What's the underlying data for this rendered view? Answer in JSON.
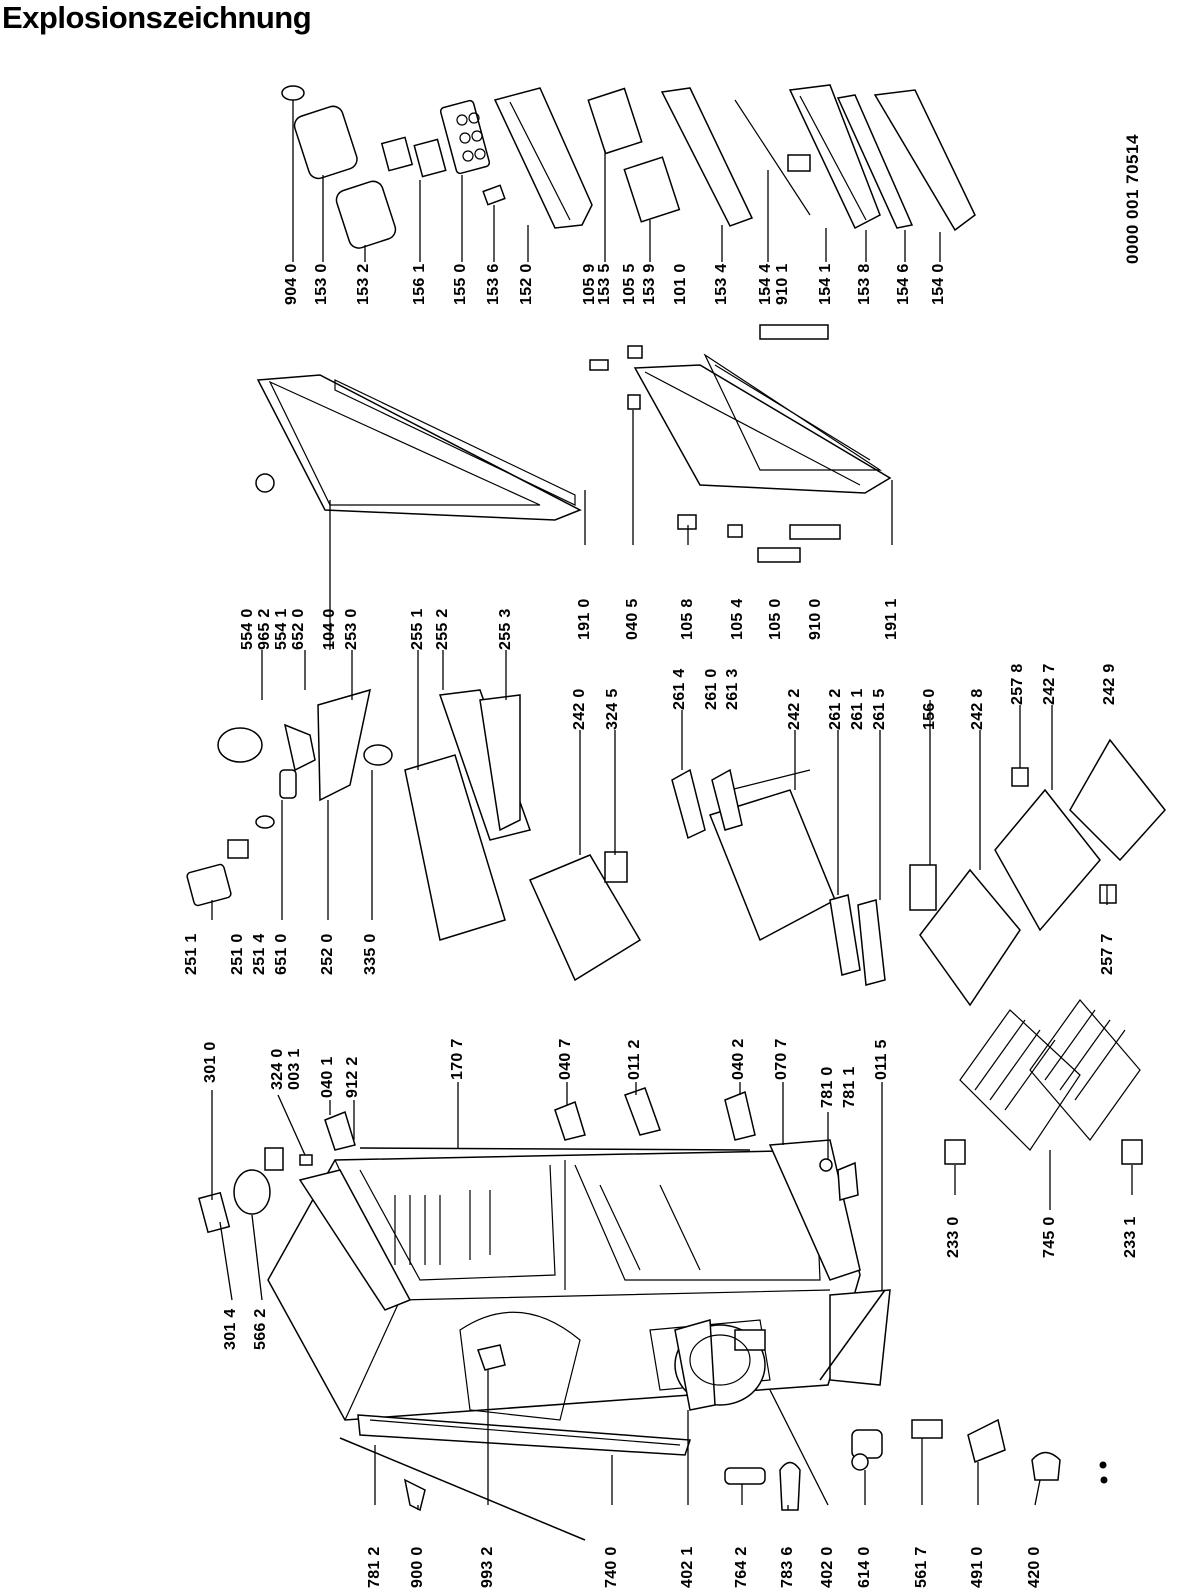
{
  "title": "Explosionszeichnung",
  "document_number": "0000 001 70514",
  "part_labels": [
    {
      "id": "904 0"
    },
    {
      "id": "153 0"
    },
    {
      "id": "153 2"
    },
    {
      "id": "156 1"
    },
    {
      "id": "155 0"
    },
    {
      "id": "153 6"
    },
    {
      "id": "152 0"
    },
    {
      "id": "105 9"
    },
    {
      "id": "153 5"
    },
    {
      "id": "105 5"
    },
    {
      "id": "153 9"
    },
    {
      "id": "101 0"
    },
    {
      "id": "153 4"
    },
    {
      "id": "154 4"
    },
    {
      "id": "910 1"
    },
    {
      "id": "154 1"
    },
    {
      "id": "153 8"
    },
    {
      "id": "154 6"
    },
    {
      "id": "154 0"
    },
    {
      "id": "554 0"
    },
    {
      "id": "965 2"
    },
    {
      "id": "554 1"
    },
    {
      "id": "652 0"
    },
    {
      "id": "104 0"
    },
    {
      "id": "253 0"
    },
    {
      "id": "255 1"
    },
    {
      "id": "255 2"
    },
    {
      "id": "255 3"
    },
    {
      "id": "191 0"
    },
    {
      "id": "040 5"
    },
    {
      "id": "105 8"
    },
    {
      "id": "105 4"
    },
    {
      "id": "105 0"
    },
    {
      "id": "910 0"
    },
    {
      "id": "191 1"
    },
    {
      "id": "251 1"
    },
    {
      "id": "251 0"
    },
    {
      "id": "251 4"
    },
    {
      "id": "651 0"
    },
    {
      "id": "252 0"
    },
    {
      "id": "335 0"
    },
    {
      "id": "242 0"
    },
    {
      "id": "324 5"
    },
    {
      "id": "261 4"
    },
    {
      "id": "261 0"
    },
    {
      "id": "261 3"
    },
    {
      "id": "242 2"
    },
    {
      "id": "261 2"
    },
    {
      "id": "261 1"
    },
    {
      "id": "261 5"
    },
    {
      "id": "156 0"
    },
    {
      "id": "242 8"
    },
    {
      "id": "257 8"
    },
    {
      "id": "242 7"
    },
    {
      "id": "242 9"
    },
    {
      "id": "257 7"
    },
    {
      "id": "301 0"
    },
    {
      "id": "324 0"
    },
    {
      "id": "003 1"
    },
    {
      "id": "040 1"
    },
    {
      "id": "912 2"
    },
    {
      "id": "170 7"
    },
    {
      "id": "040 7"
    },
    {
      "id": "011 2"
    },
    {
      "id": "040 2"
    },
    {
      "id": "070 7"
    },
    {
      "id": "781 0"
    },
    {
      "id": "781 1"
    },
    {
      "id": "011 5"
    },
    {
      "id": "233 0"
    },
    {
      "id": "745 0"
    },
    {
      "id": "233 1"
    },
    {
      "id": "301 4"
    },
    {
      "id": "566 2"
    },
    {
      "id": "781 2"
    },
    {
      "id": "900 0"
    },
    {
      "id": "993 2"
    },
    {
      "id": "740 0"
    },
    {
      "id": "402 1"
    },
    {
      "id": "764 2"
    },
    {
      "id": "783 6"
    },
    {
      "id": "402 0"
    },
    {
      "id": "614 0"
    },
    {
      "id": "561 7"
    },
    {
      "id": "491 0"
    },
    {
      "id": "420 0"
    }
  ]
}
